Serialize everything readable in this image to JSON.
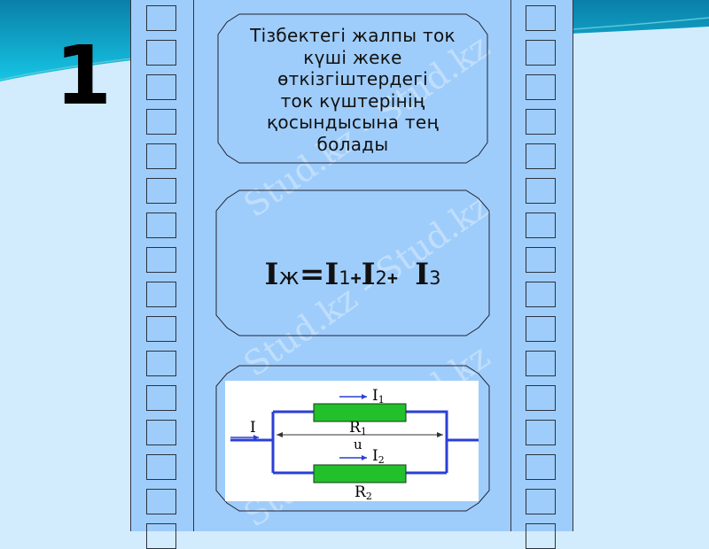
{
  "slide": {
    "number": "1",
    "rule_lines": [
      "Тізбектегі жалпы ток",
      "күші жеке",
      "өткізгіштердегі",
      "ток күштерінің",
      "қосындысына тең",
      "болады"
    ],
    "formula": {
      "total": "I",
      "total_sub": "ж",
      "equals": "=",
      "terms": [
        {
          "symbol": "I",
          "sub": "1",
          "op": "+"
        },
        {
          "symbol": "I",
          "sub": "2",
          "op": "+"
        },
        {
          "symbol": "I",
          "sub": "3",
          "op": ""
        }
      ]
    },
    "circuit": {
      "input_current": "I",
      "branch1_current": "I1",
      "branch1_resistor": "R1",
      "voltage_label": "u",
      "branch2_current": "I2",
      "branch2_resistor": "R2",
      "wire_color": "#2b3fd6",
      "resistor_color": "#22c02a"
    },
    "watermark": "Stud.kz - Stud.kz"
  },
  "colors": {
    "film": "#9fcdfb",
    "background": "#d2ecfd",
    "wave_dark": "#0a8cb8",
    "wave_light": "#14c2e0"
  }
}
